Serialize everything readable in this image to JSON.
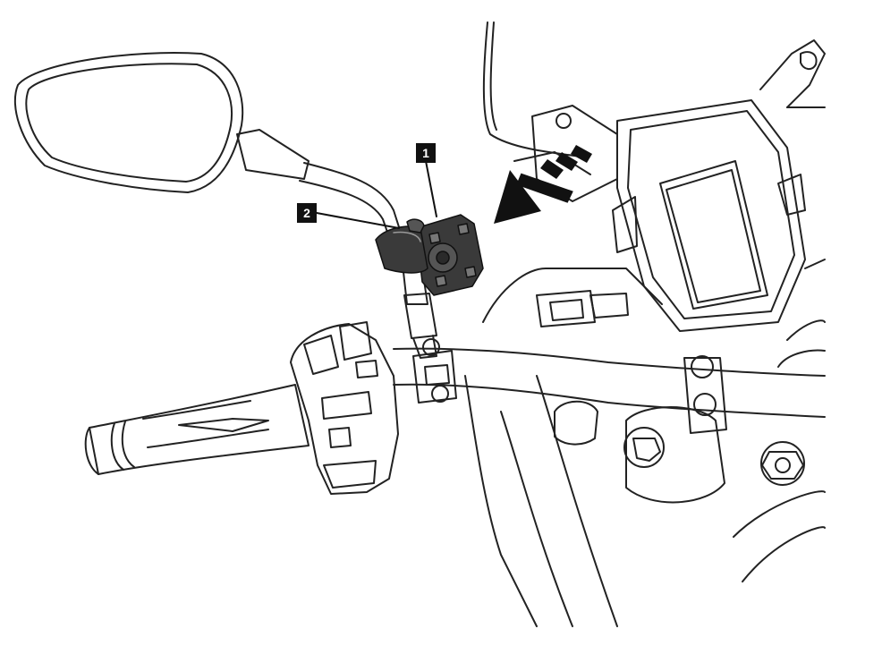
{
  "callouts": [
    {
      "label": "1",
      "part": "mount-base"
    },
    {
      "label": "2",
      "part": "mirror-stem-clamp"
    }
  ],
  "colors": {
    "line": "#222222",
    "highlight_part": "#3a3a3a",
    "arrow": "#111111",
    "background": "#ffffff"
  }
}
